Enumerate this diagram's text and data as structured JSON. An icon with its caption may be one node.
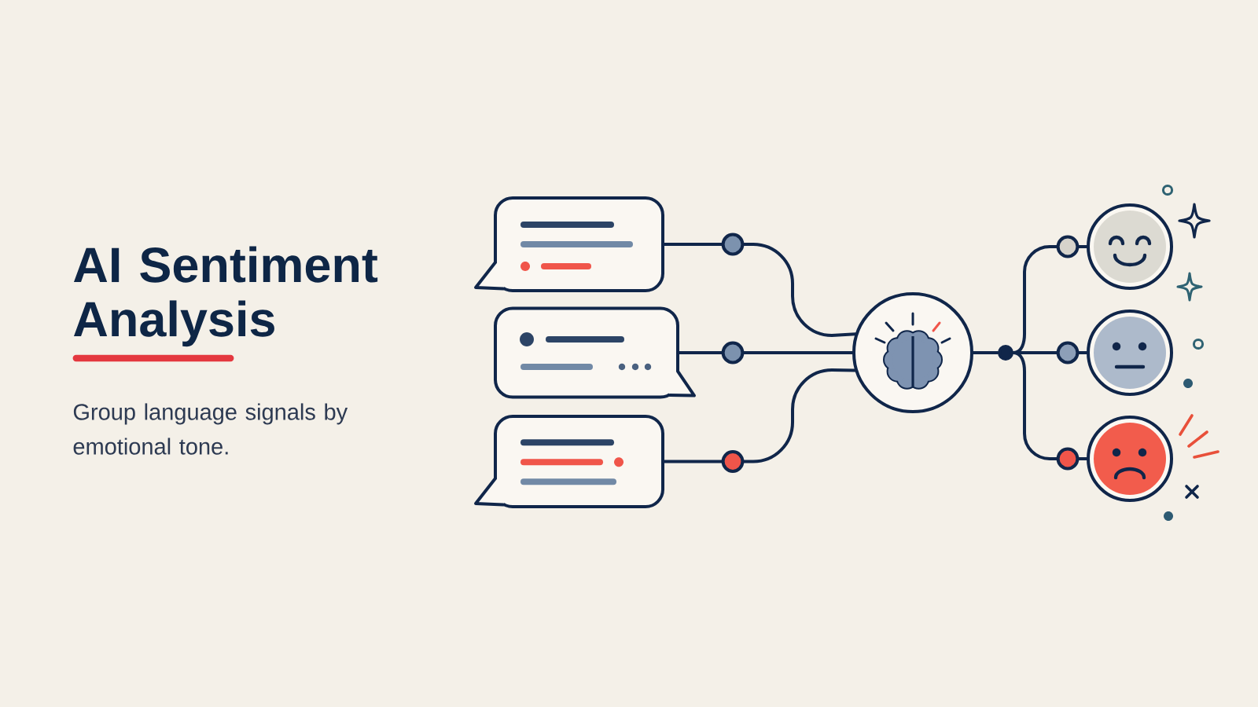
{
  "diagram": {
    "title": "AI Sentiment Analysis",
    "caption": "Group language signals by emotional tone.",
    "nodes": [
      {
        "text": [],
        "shape": "bubble"
      },
      {
        "text": [],
        "shape": "bubble"
      },
      {
        "text": [],
        "shape": "bubble"
      },
      {
        "text": [],
        "shape": "circle"
      },
      {
        "text": [],
        "shape": "circle"
      },
      {
        "text": [],
        "shape": "circle"
      },
      {
        "text": [],
        "shape": "circle"
      },
      {
        "text": [],
        "shape": "circle"
      }
    ],
    "edges": [
      {
        "from": 0,
        "to": 3,
        "arrow": "none"
      },
      {
        "from": 1,
        "to": 3,
        "arrow": "none"
      },
      {
        "from": 2,
        "to": 3,
        "arrow": "none"
      },
      {
        "from": 3,
        "to": 4,
        "arrow": "none"
      },
      {
        "from": 4,
        "to": 5,
        "arrow": "none"
      },
      {
        "from": 4,
        "to": 6,
        "arrow": "none"
      },
      {
        "from": 4,
        "to": 7,
        "arrow": "none"
      }
    ]
  }
}
